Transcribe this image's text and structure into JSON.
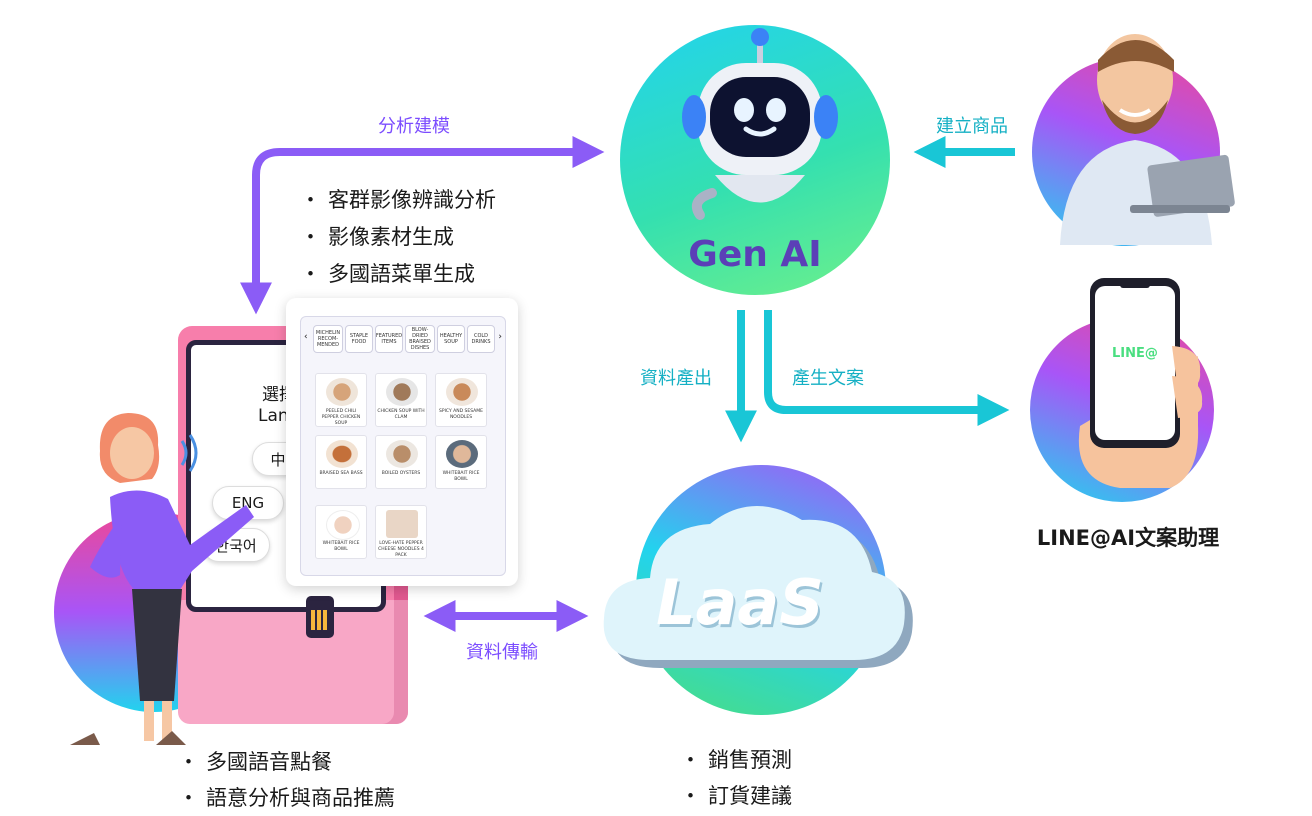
{
  "colors": {
    "purple_arrow": "#8b5cf6",
    "cyan_arrow": "#19c6d6",
    "circle_gradient": [
      "#a855f7",
      "#22d3ee",
      "#4ade80"
    ],
    "kiosk_pink": "#f77eab",
    "label_purple": "#7c4dff",
    "label_cyan": "#15b0c4"
  },
  "genai": {
    "label": "Gen AI"
  },
  "laas": {
    "label": "LaaS"
  },
  "line": {
    "screen_text": "LINE@",
    "caption": "LINE@AI文案助理"
  },
  "arrows": {
    "modeling": "分析建模",
    "create_product": "建立商品",
    "data_output": "資料產出",
    "copywriting": "產生文案",
    "data_transfer": "資料傳輸"
  },
  "genai_features": [
    "客群影像辨識分析",
    "影像素材生成",
    "多國語菜單生成"
  ],
  "kiosk_features": [
    "多國語音點餐",
    "語意分析與商品推薦"
  ],
  "laas_features": [
    "銷售預測",
    "訂貨建議"
  ],
  "kiosk": {
    "screen_title": "選擇",
    "screen_subtitle": "Lan",
    "languages": [
      "中",
      "ENG",
      "한국어"
    ]
  },
  "menu": {
    "tabs": [
      "MICHELIN RECOM-MENDED",
      "STAPLE FOOD",
      "FEATURED ITEMS",
      "BLOW-DRIED BRAISED DISHES",
      "HEALTHY SOUP",
      "COLD DRINKS"
    ],
    "items": [
      "PEELED CHILI PEPPER CHICKEN SOUP",
      "CHICKEN SOUP WITH CLAM",
      "SPICY AND SESAME NOODLES",
      "BRAISED SEA BASS",
      "BOILED OYSTERS",
      "WHITEBAIT RICE BOWL",
      "WHITEBAIT RICE BOWL",
      "LOVE-HATE PEPPER CHEESE NOODLES 4 PACK"
    ]
  }
}
